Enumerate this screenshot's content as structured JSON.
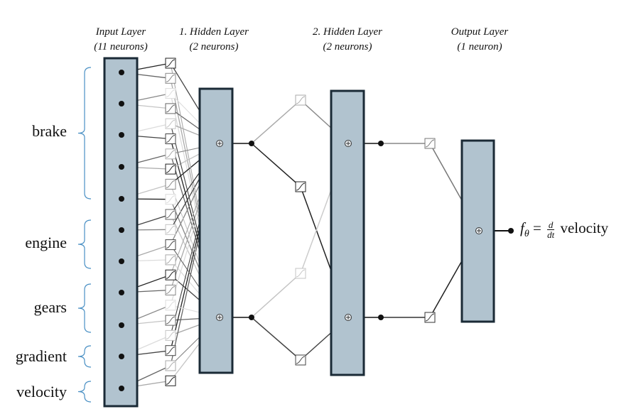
{
  "layers": [
    {
      "title": "Input Layer",
      "count": "(11 neurons)"
    },
    {
      "title": "1. Hidden Layer",
      "count": "(2 neurons)"
    },
    {
      "title": "2. Hidden Layer",
      "count": "(2 neurons)"
    },
    {
      "title": "Output Layer",
      "count": "(1 neuron)"
    }
  ],
  "input_groups": [
    {
      "label": "brake",
      "inputs": 5
    },
    {
      "label": "engine",
      "inputs": 2
    },
    {
      "label": "gears",
      "inputs": 2
    },
    {
      "label": "gradient",
      "inputs": 1
    },
    {
      "label": "velocity",
      "inputs": 1
    }
  ],
  "output": {
    "lhs": "f",
    "lhs_sub": "θ",
    "eq": "=",
    "frac_num": "d",
    "frac_den": "dt",
    "rhs": "velocity"
  },
  "colors": {
    "layer_fill": "#b1c3cf",
    "layer_stroke": "#1a2a36",
    "bracket": "#4a90c4"
  }
}
